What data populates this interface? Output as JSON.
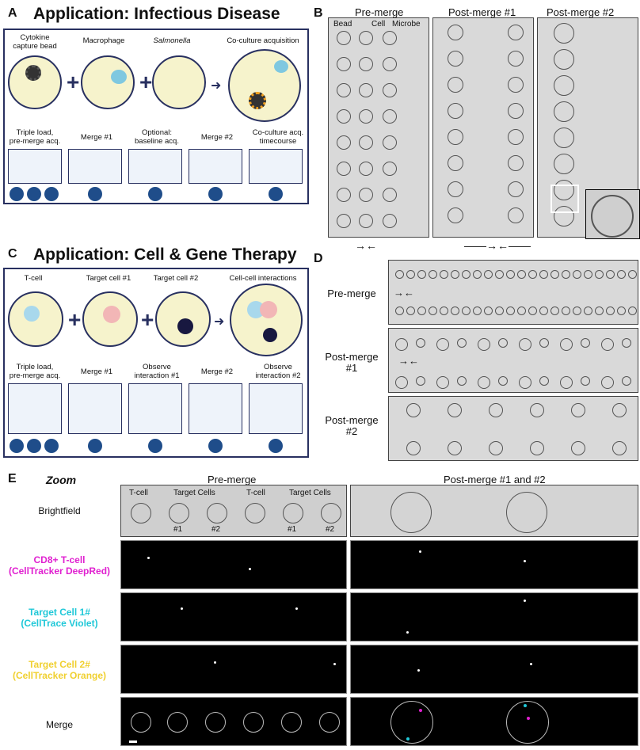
{
  "panel_a": {
    "letter": "A",
    "title": "Application: Infectious Disease",
    "top_labels": [
      "Cytokine\ncapture bead",
      "Macrophage",
      "Salmonella",
      "Co-culture acquisition"
    ],
    "step_labels": [
      "Triple load,\npre-merge acq.",
      "Merge #1",
      "Optional:\nbaseline acq.",
      "Merge #2",
      "Co-culture acq.\ntimecourse"
    ]
  },
  "panel_b": {
    "letter": "B",
    "headers": [
      "Pre-merge",
      "Post-merge #1",
      "Post-merge #2"
    ],
    "columns": [
      "Bead",
      "Cell",
      "Microbe"
    ]
  },
  "panel_c": {
    "letter": "C",
    "title": "Application: Cell & Gene Therapy",
    "top_labels": [
      "T-cell",
      "Target cell #1",
      "Target cell #2",
      "Cell-cell interactions"
    ],
    "step_labels": [
      "Triple load,\npre-merge acq.",
      "Merge #1",
      "Observe\ninteraction #1",
      "Merge #2",
      "Observe\ninteraction #2"
    ]
  },
  "panel_d": {
    "letter": "D",
    "rows": [
      "Pre-merge",
      "Post-merge\n#1",
      "Post-merge\n#2"
    ]
  },
  "panel_e": {
    "letter": "E",
    "zoom": "Zoom",
    "col_headers": [
      "Pre-merge",
      "Post-merge #1 and #2"
    ],
    "pre_labels": [
      "T-cell",
      "Target Cells",
      "T-cell",
      "Target Cells"
    ],
    "pre_sub": [
      "#1",
      "#2",
      "#1",
      "#2"
    ],
    "rows": [
      {
        "label": "Brightfield",
        "color": "#111111"
      },
      {
        "label": "CD8+ T-cell\n(CellTracker DeepRed)",
        "color": "#e020d0"
      },
      {
        "label": "Target Cell 1#\n(CellTrace Violet)",
        "color": "#20c8d8"
      },
      {
        "label": "Target Cell 2#\n(CellTracker Orange)",
        "color": "#f0d030"
      },
      {
        "label": "Merge",
        "color": "#111111"
      }
    ]
  },
  "colors": {
    "navy": "#283060",
    "yellow": "#f6f3cc",
    "magenta": "#e020d0",
    "cyan": "#20c8d8",
    "gold": "#f0d030"
  }
}
